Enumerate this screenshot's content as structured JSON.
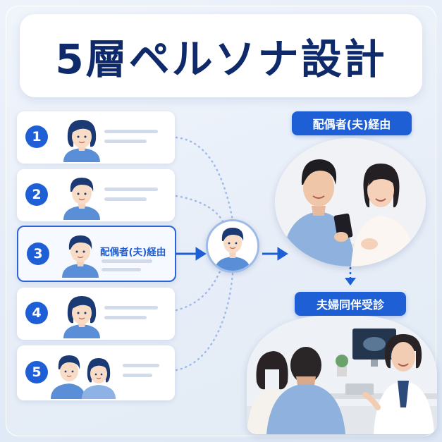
{
  "title": "5層ペルソナ設計",
  "personas": [
    {
      "number": "1",
      "label": ""
    },
    {
      "number": "2",
      "label": ""
    },
    {
      "number": "3",
      "label": "配偶者(夫)経由"
    },
    {
      "number": "4",
      "label": ""
    },
    {
      "number": "5",
      "label": ""
    }
  ],
  "route_label": "配偶者(夫)経由",
  "outcome_label": "夫婦同伴受診",
  "colors": {
    "accent": "#1f5fd6",
    "navy": "#0f2a6b",
    "dotted": "#9dbbe8"
  }
}
